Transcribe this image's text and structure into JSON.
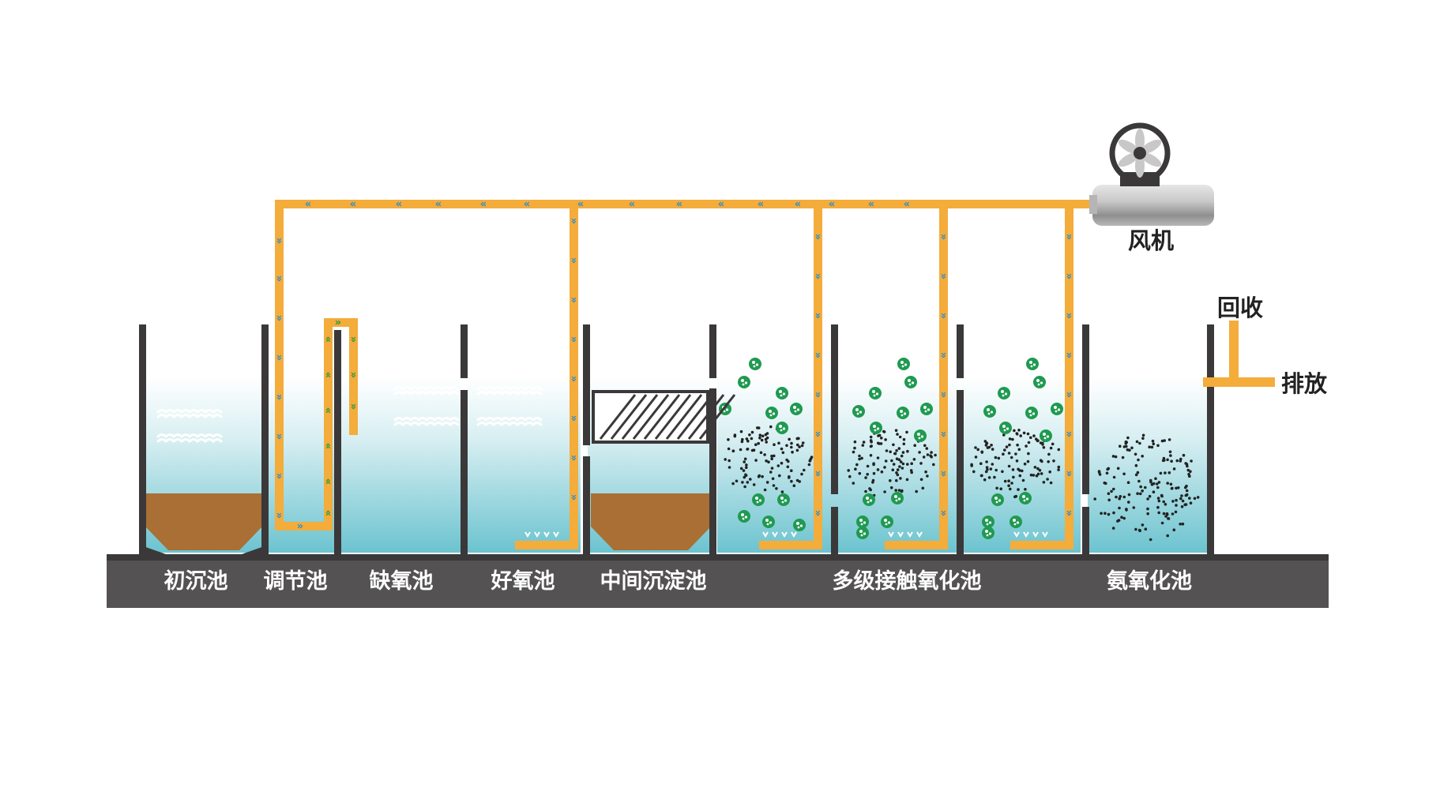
{
  "labels": {
    "blower": "风机",
    "recycle": "回收",
    "discharge": "排放"
  },
  "tanks": [
    "初沉池",
    "调节池",
    "缺氧池",
    "好氧池",
    "中间沉淀池",
    "多级接触氧化池",
    "氨氧化池"
  ],
  "colors": {
    "pipe": "#f4ac3b",
    "water_top": "#ffffff",
    "water_bottom": "#6cc3cf",
    "wall": "#3b3839",
    "base": "#545253",
    "sludge": "#a96f34",
    "microbe": "#1f9a50",
    "particle": "#222222",
    "arrow_down": "#2b8fd0",
    "arrow_up": "#2f9a3c"
  },
  "icons": {
    "blower": "blower-fan-icon",
    "flow": "flow-arrow-icon",
    "microbe": "microbe-icon",
    "diffuser": "air-diffuser-icon"
  }
}
